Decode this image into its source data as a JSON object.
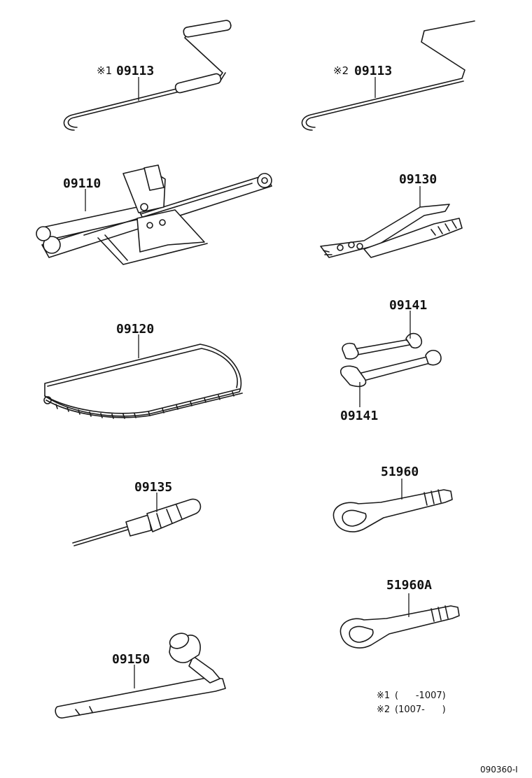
{
  "parts": [
    {
      "id": "crank-1",
      "mark": "※1",
      "number": "09113"
    },
    {
      "id": "crank-2",
      "mark": "※2",
      "number": "09113"
    },
    {
      "id": "jack",
      "number": "09110"
    },
    {
      "id": "pliers",
      "number": "09130"
    },
    {
      "id": "wrench-a",
      "number": "09141"
    },
    {
      "id": "wrench-b",
      "number": "09141"
    },
    {
      "id": "tool-bag",
      "number": "09120"
    },
    {
      "id": "screwdriver",
      "number": "09135"
    },
    {
      "id": "tow-eye",
      "number": "51960"
    },
    {
      "id": "tow-eye-a",
      "number": "51960A"
    },
    {
      "id": "lug-wrench",
      "number": "09150"
    }
  ],
  "notes": [
    {
      "mark": "※1",
      "text": "(      -1007)"
    },
    {
      "mark": "※2",
      "text": "(1007-      )"
    }
  ],
  "reference_code": "090360-I"
}
